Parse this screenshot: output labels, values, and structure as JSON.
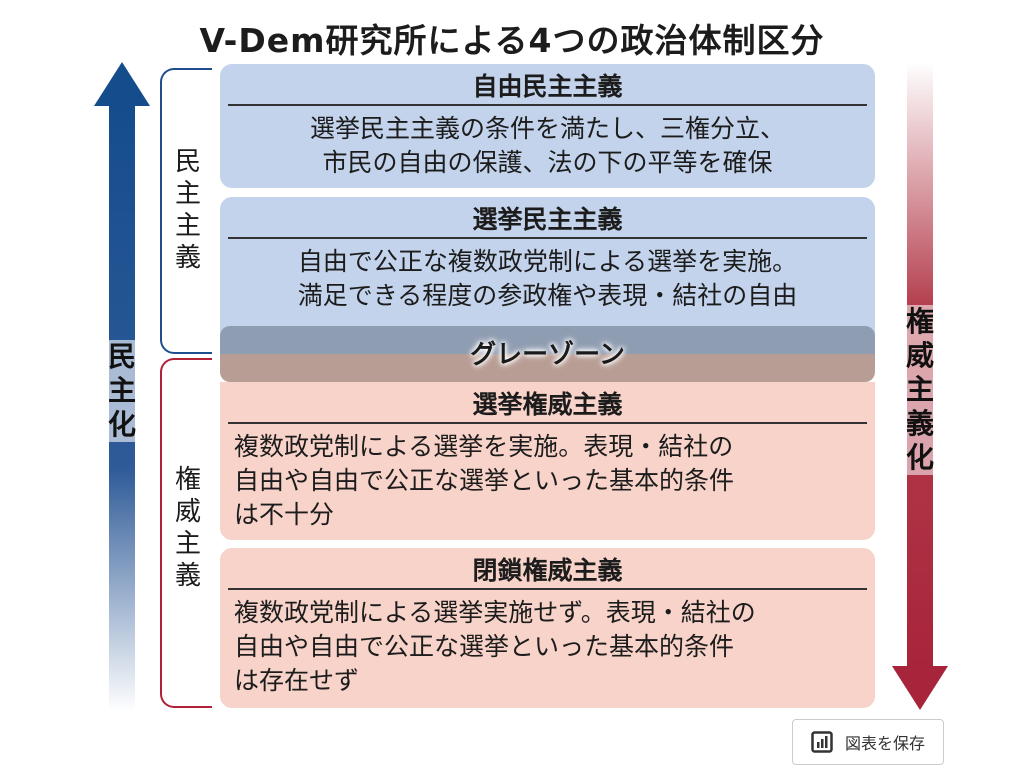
{
  "title": "V-Dem研究所による4つの政治体制区分",
  "cards": [
    {
      "heading": "自由民主主義",
      "lines": [
        "選挙民主主義の条件を満たし、三権分立、",
        "市民の自由の保護、法の下の平等を確保"
      ]
    },
    {
      "heading": "選挙民主主義",
      "lines": [
        "自由で公正な複数政党制による選挙を実施。",
        "満足できる程度の参政権や表現・結社の自由"
      ]
    },
    {
      "heading": "選挙権威主義",
      "lines": [
        "複数政党制による選挙を実施。表現・結社の",
        "自由や自由で公正な選挙といった基本的条件",
        "は不十分"
      ]
    },
    {
      "heading": "閉鎖権威主義",
      "lines": [
        "複数政党制による選挙実施せず。表現・結社の",
        "自由や自由で公正な選挙といった基本的条件",
        "は存在せず"
      ]
    }
  ],
  "gray_zone": "グレーゾーン",
  "brackets": {
    "democracy": "民主主義",
    "authoritarian": "権威主義"
  },
  "arrows": {
    "up": "民主化",
    "down": "権威主義化"
  },
  "colors": {
    "blue_card": "#c3d3ec",
    "pink_card": "#f8d3c9",
    "blue_arrow": "#1a4f8e",
    "red_arrow": "#a8243a"
  },
  "save_button": {
    "label": "図表を保存",
    "icon": "chart-icon"
  }
}
